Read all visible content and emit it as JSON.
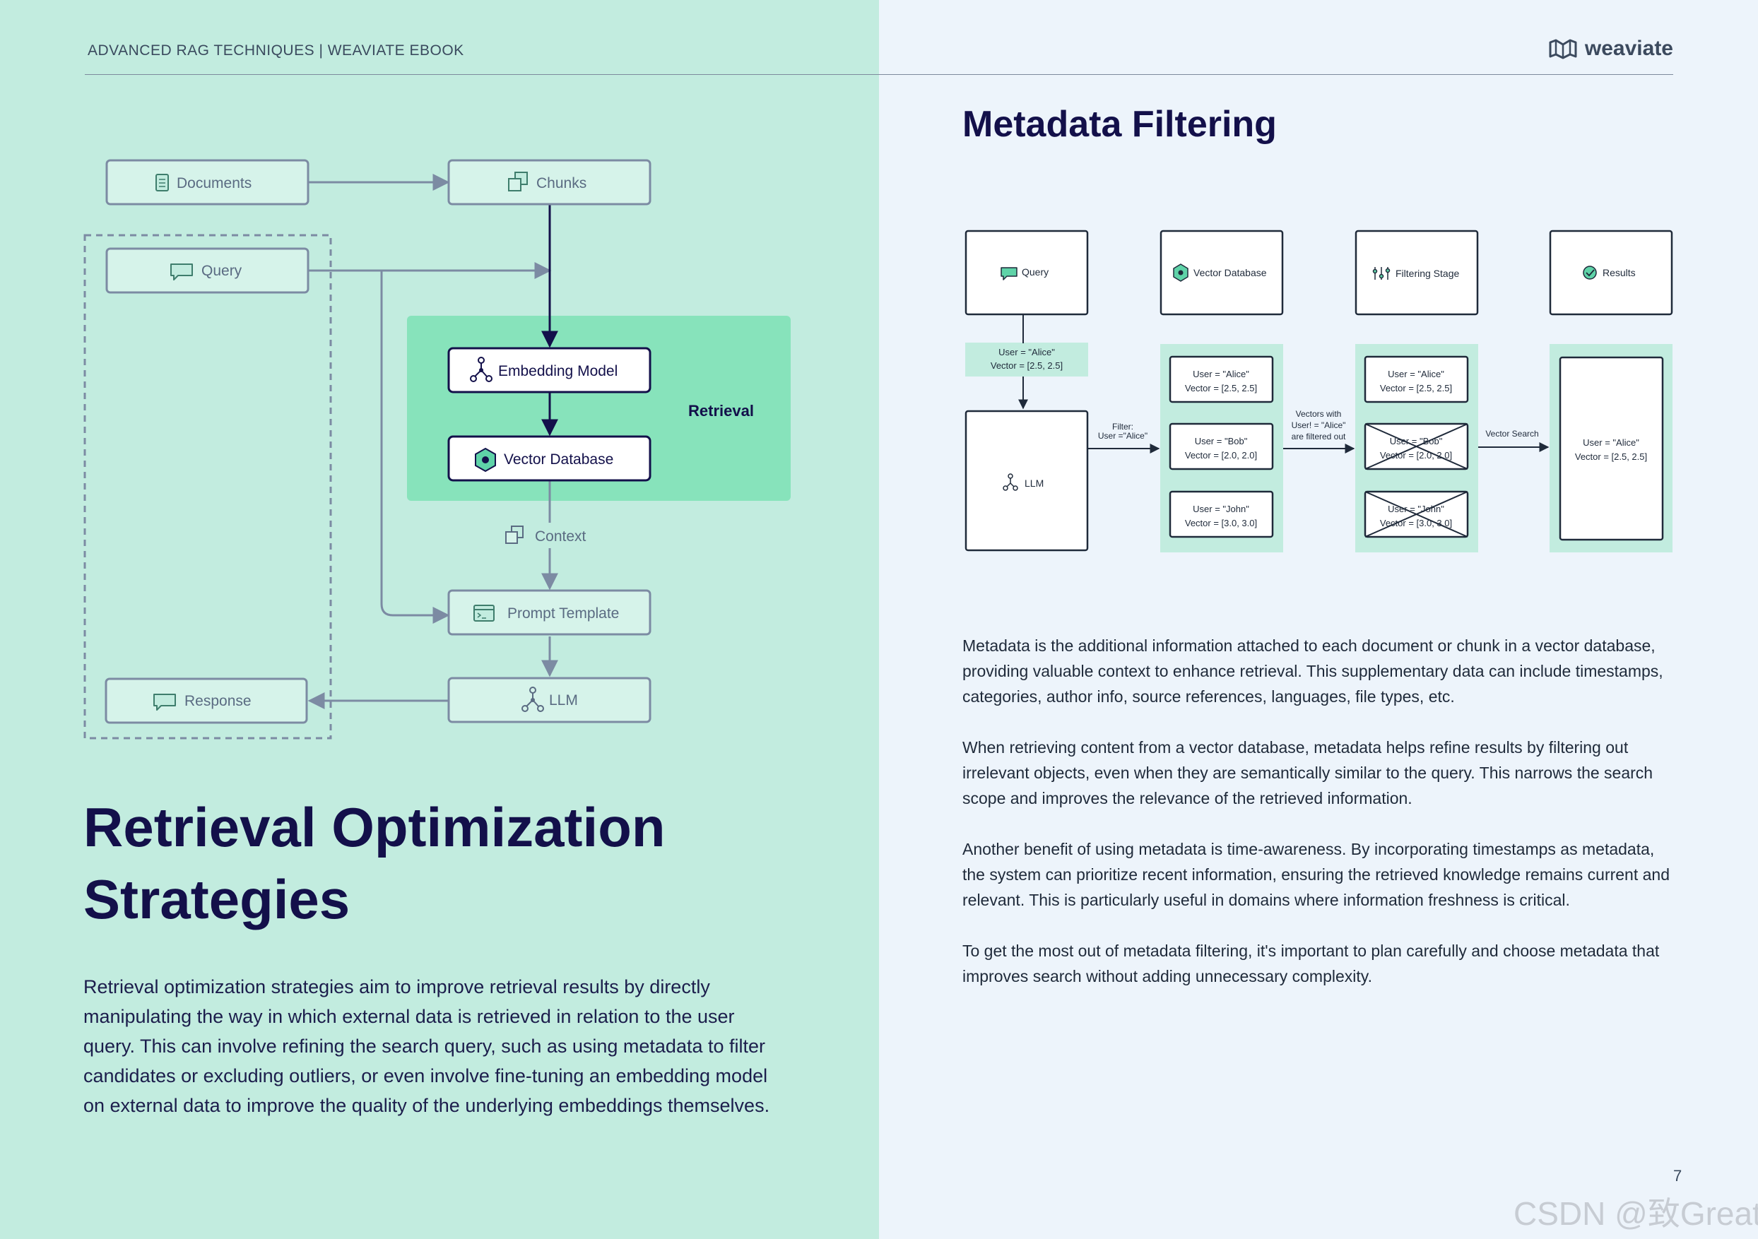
{
  "header": {
    "title": "ADVANCED RAG TECHNIQUES | WEAVIATE EBOOK",
    "brand": "weaviate",
    "brand_icon": "weaviate-logo-icon"
  },
  "left_diagram": {
    "nodes": {
      "documents": "Documents",
      "chunks": "Chunks",
      "query": "Query",
      "embedding_model": "Embedding Model",
      "vector_database": "Vector Database",
      "retrieval": "Retrieval",
      "context": "Context",
      "prompt_template": "Prompt Template",
      "llm": "LLM",
      "response": "Response"
    },
    "icons": {
      "documents": "document-icon",
      "chunks": "chunks-icon",
      "query": "chat-bubble-icon",
      "embedding_model": "network-icon",
      "vector_database": "hexagon-db-icon",
      "context": "chunks-icon",
      "prompt_template": "terminal-icon",
      "llm": "network-icon",
      "response": "chat-bubble-icon"
    },
    "colors": {
      "retrieval_fill": "#87e3bb",
      "line": "#7c8ba3",
      "active": "#13104a"
    }
  },
  "left_text": {
    "title_line1": "Retrieval Optimization",
    "title_line2": "Strategies",
    "paragraph": "Retrieval optimization strategies aim to improve retrieval results by directly manipulating the way in which external data is retrieved in relation to the user query. This can involve refining the search query, such as using metadata to filter candidates or excluding outliers, or even involve fine-tuning an embedding model on external data to improve the quality of the underlying embeddings themselves."
  },
  "right_diagram": {
    "columns": {
      "query": "Query",
      "vector_database": "Vector Database",
      "filtering_stage": "Filtering Stage",
      "results": "Results"
    },
    "query_label": {
      "line1": "User = \"Alice\"",
      "line2": "Vector = [2.5, 2.5]"
    },
    "llm": "LLM",
    "edge_filter": {
      "line1": "Filter:",
      "line2": "User =\"Alice\""
    },
    "edge_filtered_out": {
      "line1": "Vectors with",
      "line2": "User! = \"Alice\"",
      "line3": "are filtered out"
    },
    "edge_vector_search": "Vector Search",
    "db_items": [
      {
        "user": "User = \"Alice\"",
        "vector": "Vector = [2.5, 2.5]"
      },
      {
        "user": "User = \"Bob\"",
        "vector": "Vector = [2.0, 2.0]"
      },
      {
        "user": "User = \"John\"",
        "vector": "Vector = [3.0, 3.0]"
      }
    ],
    "filter_items": [
      {
        "user": "User = \"Alice\"",
        "vector": "Vector = [2.5, 2.5]",
        "crossed": false
      },
      {
        "user": "User = \"Bob\"",
        "vector": "Vector = [2.0, 2.0]",
        "crossed": true
      },
      {
        "user": "User = \"John\"",
        "vector": "Vector = [3.0, 3.0]",
        "crossed": true
      }
    ],
    "result_item": {
      "user": "User = \"Alice\"",
      "vector": "Vector = [2.5, 2.5]"
    },
    "icons": {
      "query": "chat-bubble-icon",
      "vector_database": "hexagon-db-icon",
      "filtering_stage": "sliders-icon",
      "results": "check-circle-icon",
      "llm": "network-icon"
    },
    "colors": {
      "panel_fill": "#c2ecdf"
    }
  },
  "right_text": {
    "title": "Metadata Filtering",
    "paragraphs": [
      "Metadata is the additional information attached to each document or chunk in a vector database, providing valuable context to enhance retrieval. This supplementary data can include timestamps, categories, author info, source references, languages, file types, etc.",
      "When retrieving content from a vector database, metadata helps refine results by filtering out irrelevant objects, even when they are semantically similar to the query. This narrows the search scope and improves the relevance of the retrieved information.",
      "Another benefit of using metadata is time-awareness. By incorporating timestamps as metadata, the system can prioritize recent information, ensuring the retrieved knowledge remains current and relevant. This is particularly useful in domains where information freshness is critical.",
      "To get the most out of metadata filtering, it's important to plan carefully and choose metadata that improves search without adding unnecessary complexity."
    ]
  },
  "footer": {
    "page_number": "7",
    "watermark": "CSDN @致Great"
  }
}
